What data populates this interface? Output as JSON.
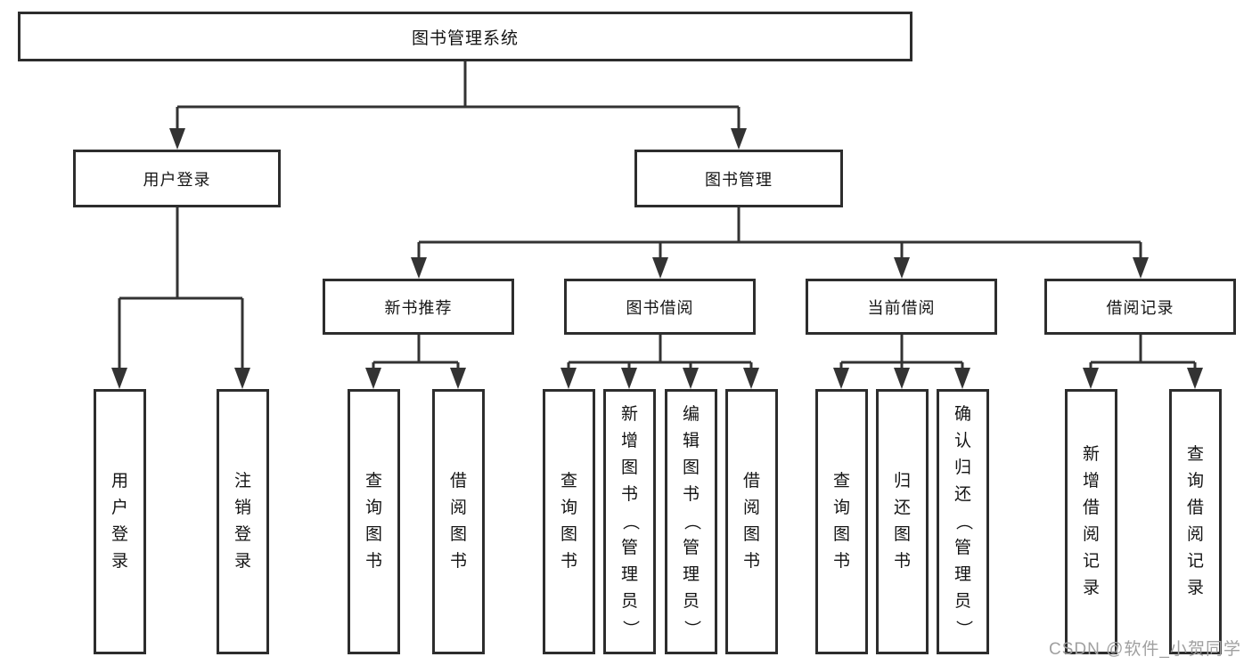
{
  "tree": {
    "root": {
      "label": "图书管理系统"
    },
    "level2": [
      {
        "label": "用户登录",
        "leaves": [
          {
            "label": "用户登录"
          },
          {
            "label": "注销登录"
          }
        ]
      },
      {
        "label": "图书管理",
        "children": [
          {
            "label": "新书推荐",
            "leaves": [
              {
                "label": "查询图书"
              },
              {
                "label": "借阅图书"
              }
            ]
          },
          {
            "label": "图书借阅",
            "leaves": [
              {
                "label": "查询图书"
              },
              {
                "label": "新增图书（管理员）"
              },
              {
                "label": "编辑图书（管理员）"
              },
              {
                "label": "借阅图书"
              }
            ]
          },
          {
            "label": "当前借阅",
            "leaves": [
              {
                "label": "查询图书"
              },
              {
                "label": "归还图书"
              },
              {
                "label": "确认归还（管理员）"
              }
            ]
          },
          {
            "label": "借阅记录",
            "leaves": [
              {
                "label": "新增借阅记录"
              },
              {
                "label": "查询借阅记录"
              }
            ]
          }
        ]
      }
    ]
  },
  "watermark": {
    "text": "CSDN @软件_小贺同学",
    "color": "#a0a0a0"
  },
  "colors": {
    "line": "#333333",
    "border": "#2d2d2d",
    "background": "#ffffff",
    "text": "#141414"
  }
}
